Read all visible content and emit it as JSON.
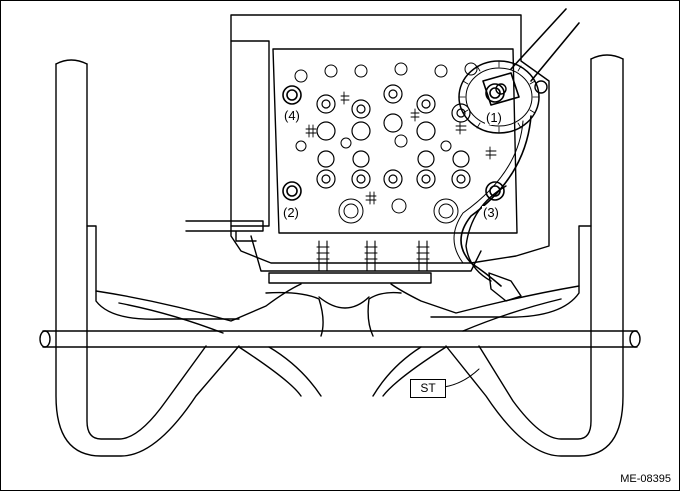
{
  "figure": {
    "callouts": {
      "bolt_1": "(1)",
      "bolt_2": "(2)",
      "bolt_3": "(3)",
      "bolt_4": "(4)"
    },
    "tool_label": "ST",
    "figure_code": "ME-08395"
  }
}
